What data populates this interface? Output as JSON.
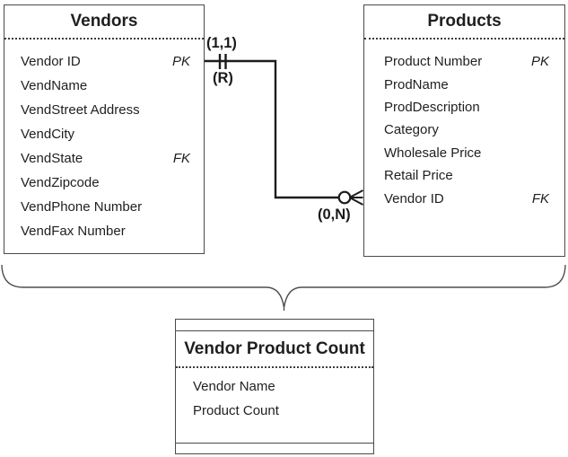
{
  "vendors": {
    "title": "Vendors",
    "attributes": [
      {
        "name": "Vendor ID",
        "key": "PK"
      },
      {
        "name": "VendName",
        "key": ""
      },
      {
        "name": "VendStreet Address",
        "key": ""
      },
      {
        "name": "VendCity",
        "key": ""
      },
      {
        "name": "VendState",
        "key": "FK"
      },
      {
        "name": "VendZipcode",
        "key": ""
      },
      {
        "name": "VendPhone Number",
        "key": ""
      },
      {
        "name": "VendFax Number",
        "key": ""
      }
    ]
  },
  "products": {
    "title": "Products",
    "attributes": [
      {
        "name": "Product Number",
        "key": "PK"
      },
      {
        "name": "ProdName",
        "key": ""
      },
      {
        "name": "ProdDescription",
        "key": ""
      },
      {
        "name": "Category",
        "key": ""
      },
      {
        "name": "Wholesale Price",
        "key": ""
      },
      {
        "name": "Retail Price",
        "key": ""
      },
      {
        "name": "Vendor ID",
        "key": "FK"
      }
    ]
  },
  "relationship": {
    "vendor_cardinality": "(1,1)",
    "relation_label": "(R)",
    "product_cardinality": "(0,N)"
  },
  "view": {
    "title": "Vendor Product Count",
    "attributes": [
      {
        "name": "Vendor Name",
        "key": ""
      },
      {
        "name": "Product Count",
        "key": ""
      }
    ]
  },
  "colors": {
    "background": "#ffffff",
    "box_border": "#4a4a4a",
    "text": "#1f1f1f",
    "relationship_line": "#1c1c1c",
    "brace": "#4f4f4f"
  }
}
